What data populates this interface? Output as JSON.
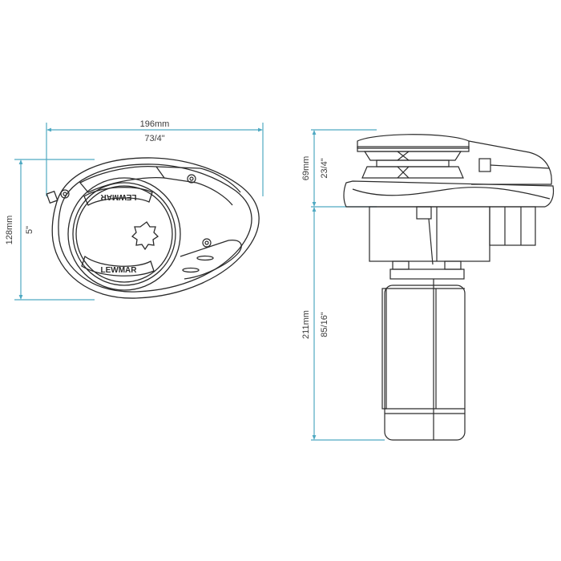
{
  "colors": {
    "dimension_line": "#4fa9c2",
    "outline": "#2a2a2a",
    "text": "#3c3c3c",
    "background": "#ffffff"
  },
  "top_view": {
    "brand_text_top": "LEWMAR",
    "brand_text_bottom": "LEWMAR",
    "width_dimension": {
      "metric": "196mm",
      "imperial": "73/4\""
    },
    "height_dimension": {
      "metric": "128mm",
      "imperial": "5\""
    }
  },
  "side_view": {
    "upper_dimension": {
      "metric": "69mm",
      "imperial": "23/4\""
    },
    "lower_dimension": {
      "metric": "211mm",
      "imperial": "85/16\""
    }
  }
}
